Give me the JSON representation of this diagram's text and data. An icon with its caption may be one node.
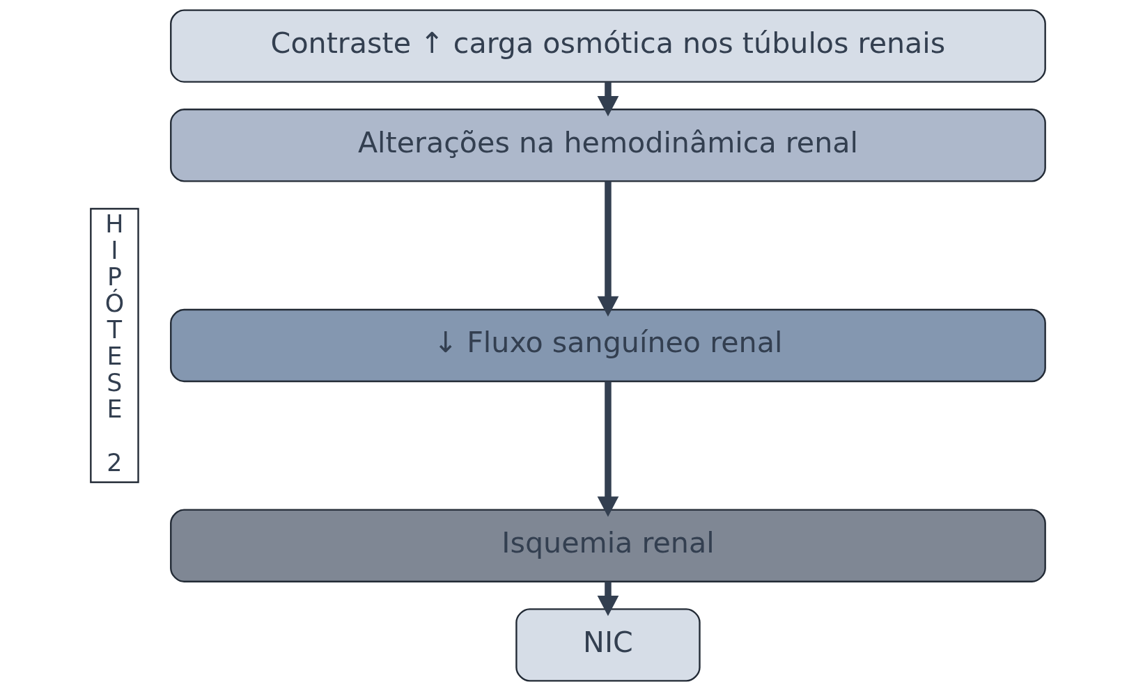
{
  "diagram": {
    "nodes": [
      {
        "text": [
          "HIPÓTESE 2"
        ]
      },
      {
        "text": [
          "Contraste ↑ carga osmótica nos túbulos renais"
        ]
      },
      {
        "text": [
          "Alterações na hemodinâmica renal"
        ]
      },
      {
        "text": [
          "↓ Fluxo sanguíneo renal"
        ]
      },
      {
        "text": [
          "Isquemia renal"
        ]
      },
      {
        "text": [
          "NIC"
        ]
      }
    ],
    "edges": [
      {
        "from": 1,
        "to": 2,
        "arrow": "to"
      },
      {
        "from": 2,
        "to": 3,
        "arrow": "to"
      },
      {
        "from": 3,
        "to": 4,
        "arrow": "to"
      },
      {
        "from": 4,
        "to": 5,
        "arrow": "to"
      }
    ]
  }
}
